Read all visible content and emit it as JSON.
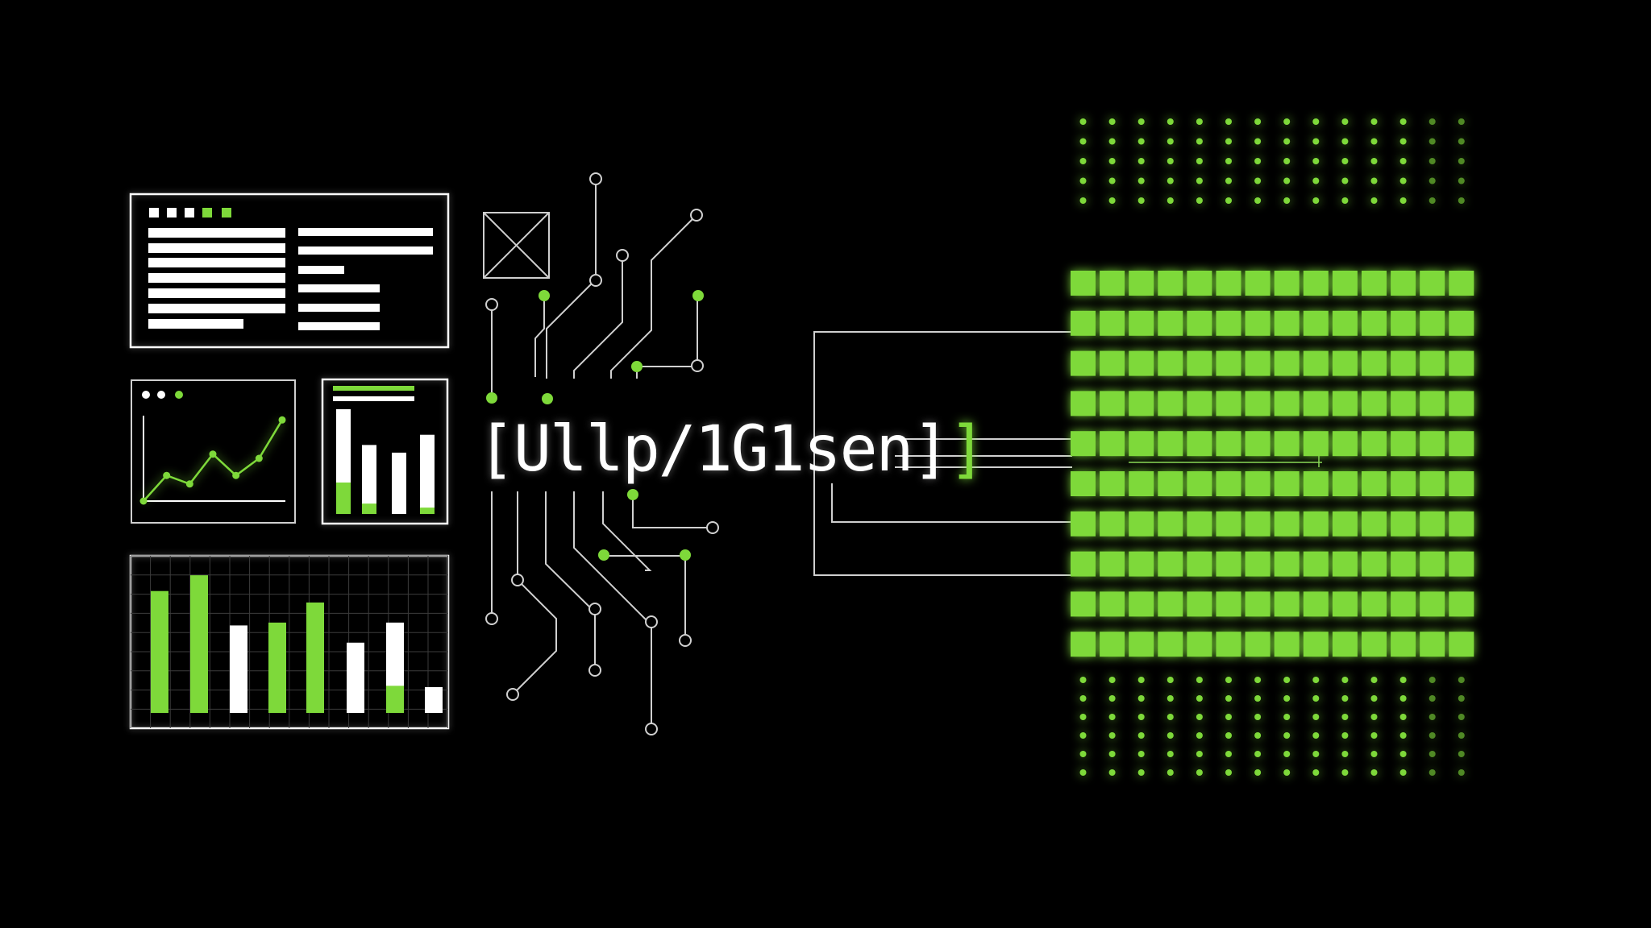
{
  "center_label": {
    "text": "[Ullp/1G1sen]",
    "closing_bracket": "]"
  },
  "colors": {
    "background": "#000000",
    "accent_green": "#7ed93a",
    "line_white": "#ffffff",
    "line_grey": "#bdbdbd"
  },
  "mini_line_chart": {
    "legend_dots": [
      "white",
      "white",
      "green"
    ],
    "values": [
      0.0,
      0.3,
      0.2,
      0.55,
      0.3,
      0.5,
      0.95
    ]
  },
  "mini_bar_chart": {
    "bars": [
      {
        "value": 0.82,
        "green_fraction": 0.3
      },
      {
        "value": 0.54,
        "green_fraction": 0.15
      },
      {
        "value": 0.48,
        "green_fraction": 0.0
      },
      {
        "value": 0.62,
        "green_fraction": 0.08
      }
    ]
  },
  "big_bar_chart": {
    "bars": [
      {
        "value": 0.85,
        "color": "green"
      },
      {
        "value": 0.96,
        "color": "green"
      },
      {
        "value": 0.61,
        "color": "white"
      },
      {
        "value": 0.63,
        "color": "green"
      },
      {
        "value": 0.77,
        "color": "green"
      },
      {
        "value": 0.49,
        "color": "white"
      },
      {
        "value": 0.63,
        "color": "white",
        "green_fraction": 0.3
      },
      {
        "value": 0.18,
        "color": "white"
      }
    ]
  },
  "block_grid": {
    "columns": 14,
    "rows": 10
  },
  "icons": {
    "placeholder": "image-placeholder-icon"
  }
}
